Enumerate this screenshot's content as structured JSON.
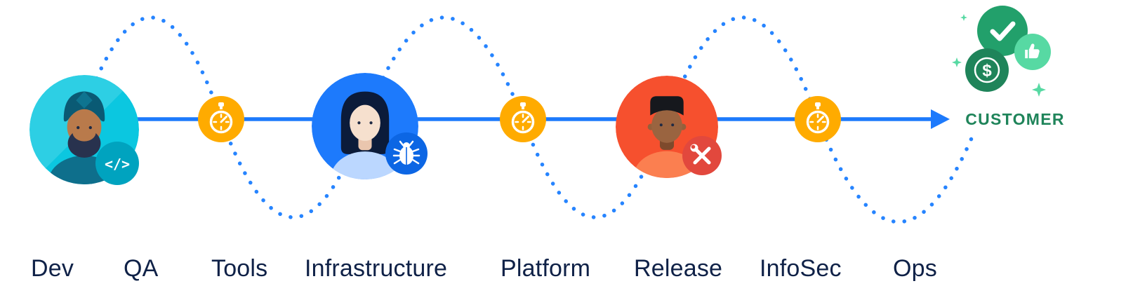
{
  "colors": {
    "line-blue": "#1D7AFC",
    "dot-blue": "#2684FF",
    "timer-orange": "#FFAB00",
    "avatar-teal": "#0BC7E0",
    "badge-teal": "#00A3BF",
    "avatar-blue": "#1D7AFC",
    "badge-blue": "#0C66E4",
    "avatar-red": "#F6502E",
    "badge-red": "#E2483D",
    "green": "#22A06B",
    "green-dark": "#1F845A",
    "mint": "#57D9A3",
    "label-navy": "#0F2147"
  },
  "flow": {
    "customer_label": "CUSTOMER",
    "stages": [
      "Dev",
      "QA",
      "Tools",
      "Infrastructure",
      "Platform",
      "Release",
      "InfoSec",
      "Ops"
    ],
    "icons": {
      "code_glyph": "</>",
      "dollar_glyph": "$"
    }
  }
}
